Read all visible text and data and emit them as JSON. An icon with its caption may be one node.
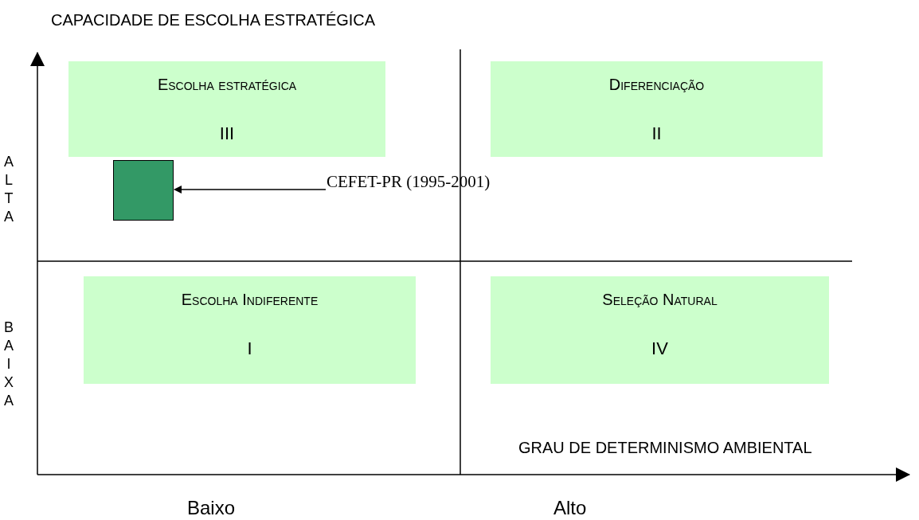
{
  "diagram": {
    "nodes": [
      {
        "text": [
          "Escolha estratégica",
          "III"
        ]
      },
      {
        "text": [
          "Diferenciação",
          "II"
        ]
      },
      {
        "text": [],
        "shape": "box"
      },
      {
        "text": [
          "CEFET-PR (1995-2001)"
        ]
      },
      {
        "text": [
          "Escolha Indiferente",
          "I"
        ]
      },
      {
        "text": [
          "Seleção Natural",
          "IV"
        ]
      }
    ],
    "edges": [
      {
        "from": 3,
        "to": 2,
        "arrow": "to"
      }
    ],
    "labels": [
      "CAPACIDADE DE ESCOLHA ESTRATÉGICA",
      "ALTA",
      "BAIXA",
      "GRAU DE DETERMINISMO AMBIENTAL",
      "Baixo",
      "Alto"
    ]
  }
}
